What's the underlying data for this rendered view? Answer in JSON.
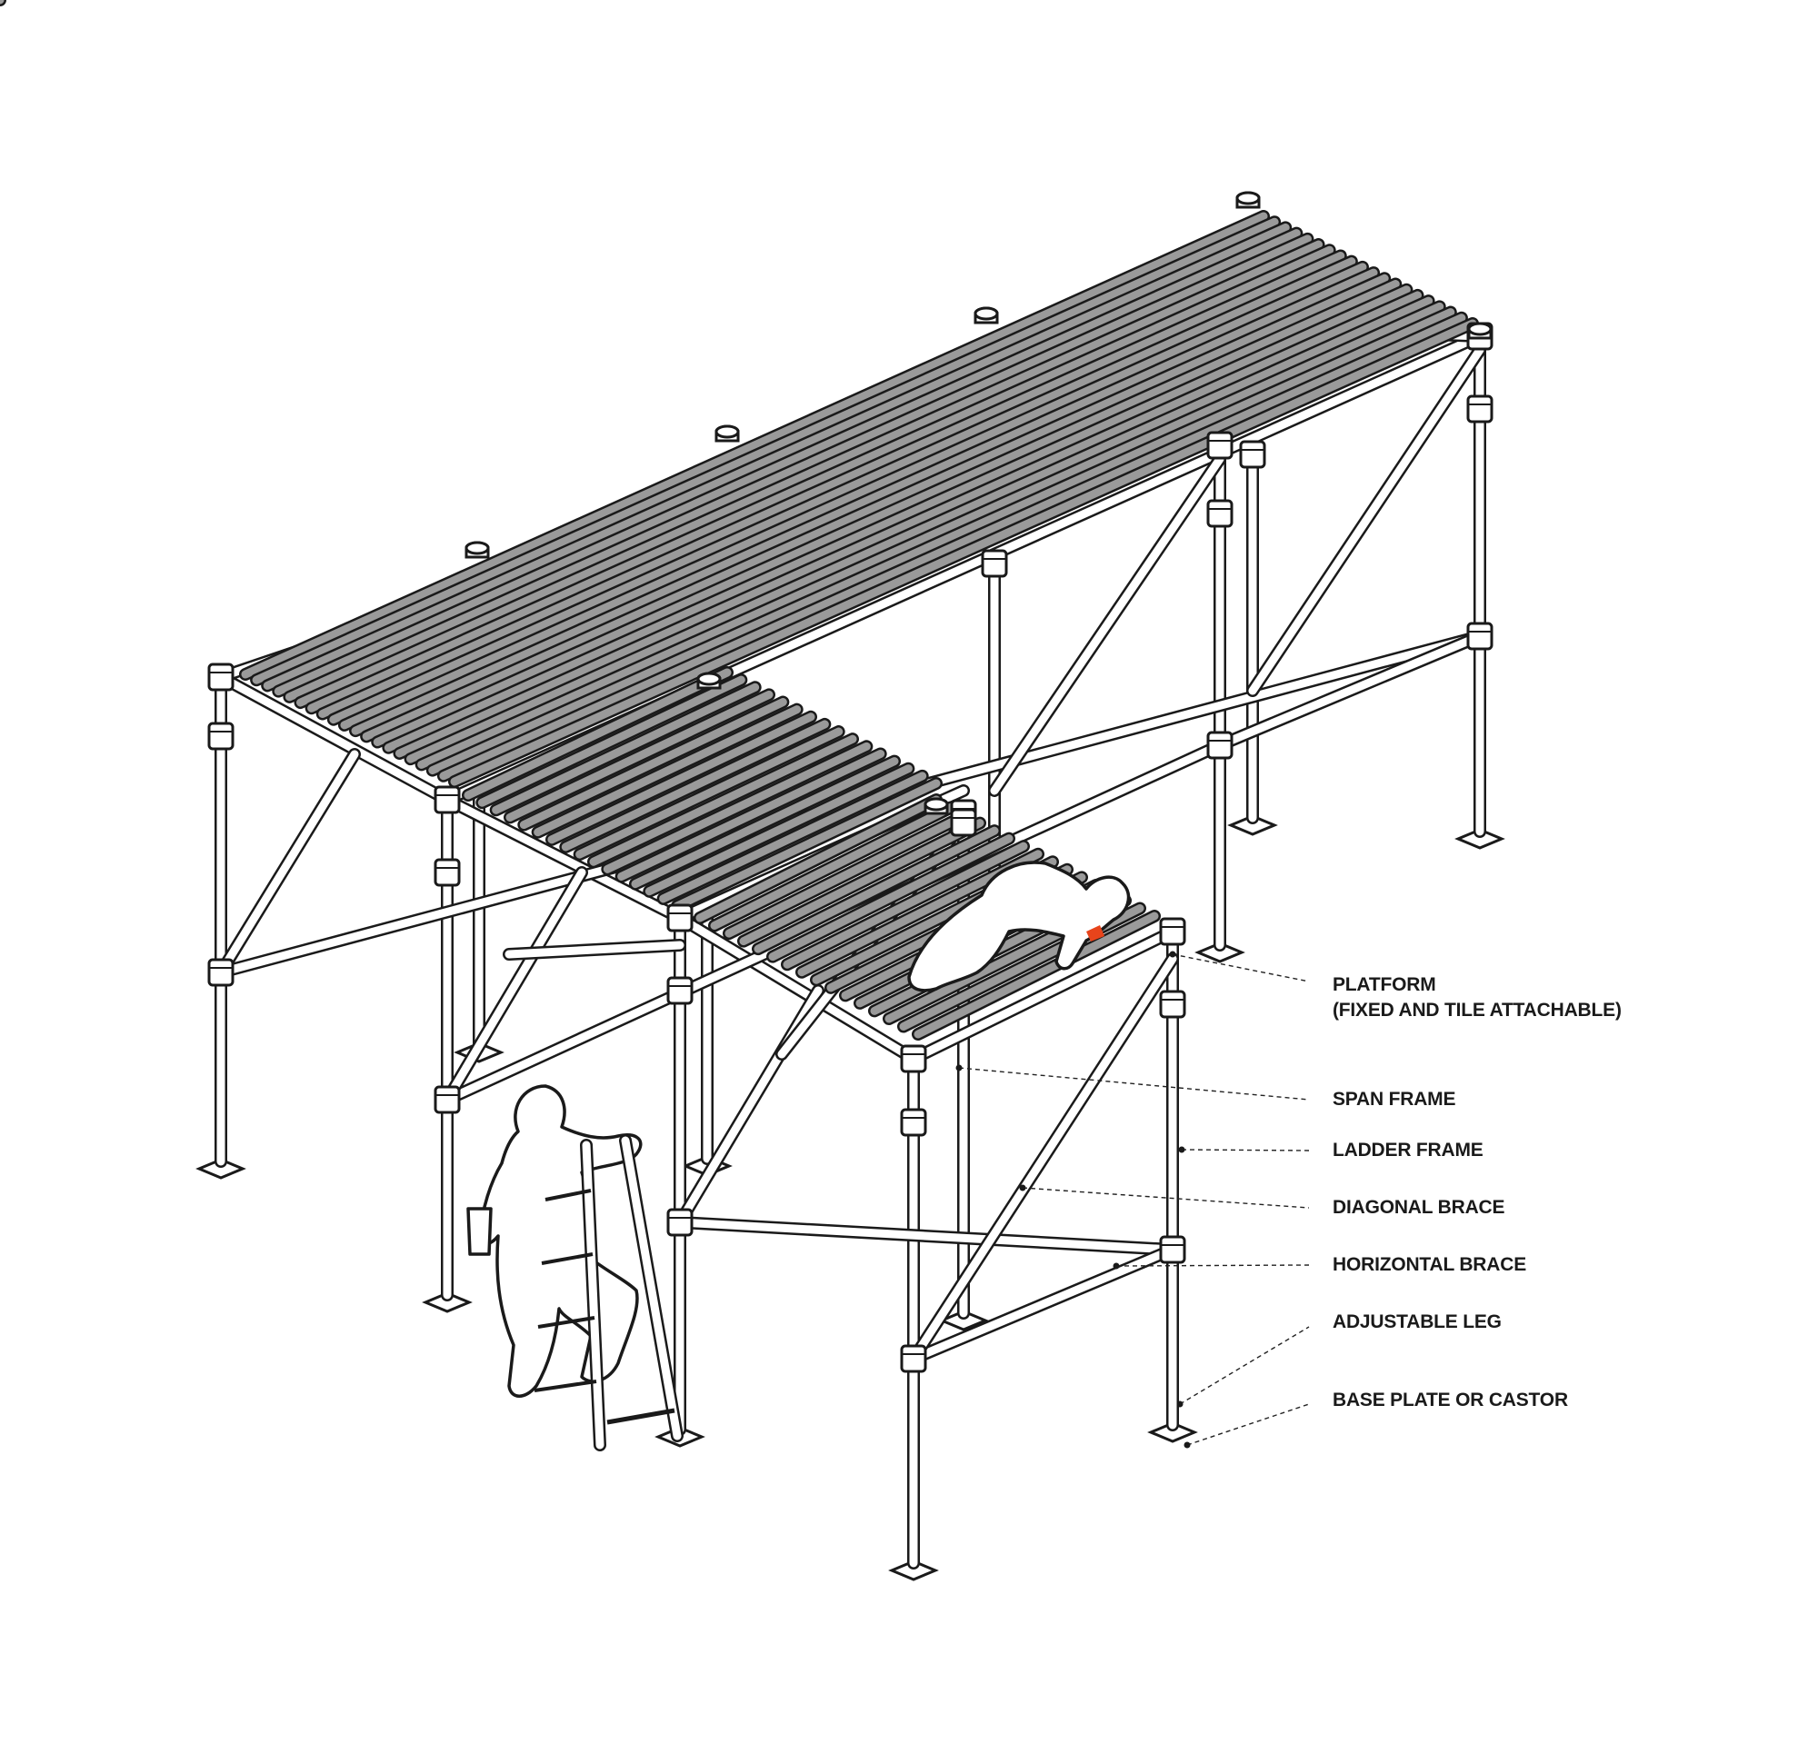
{
  "callouts": [
    {
      "id": "platform",
      "lines": [
        "PLATFORM",
        "(FIXED AND TILE ATTACHABLE)"
      ]
    },
    {
      "id": "span-frame",
      "lines": [
        "SPAN FRAME"
      ]
    },
    {
      "id": "ladder-frame",
      "lines": [
        "LADDER FRAME"
      ]
    },
    {
      "id": "diagonal-brace",
      "lines": [
        "DIAGONAL BRACE"
      ]
    },
    {
      "id": "horizontal-brace",
      "lines": [
        "HORIZONTAL BRACE"
      ]
    },
    {
      "id": "adjustable-leg",
      "lines": [
        "ADJUSTABLE LEG"
      ]
    },
    {
      "id": "base-plate",
      "lines": [
        "BASE PLATE OR CASTOR"
      ]
    }
  ],
  "colors": {
    "line": "#1a1a1a",
    "plank_fill": "#9a9a9a",
    "tool_accent": "#e8441b",
    "background": "#ffffff"
  }
}
